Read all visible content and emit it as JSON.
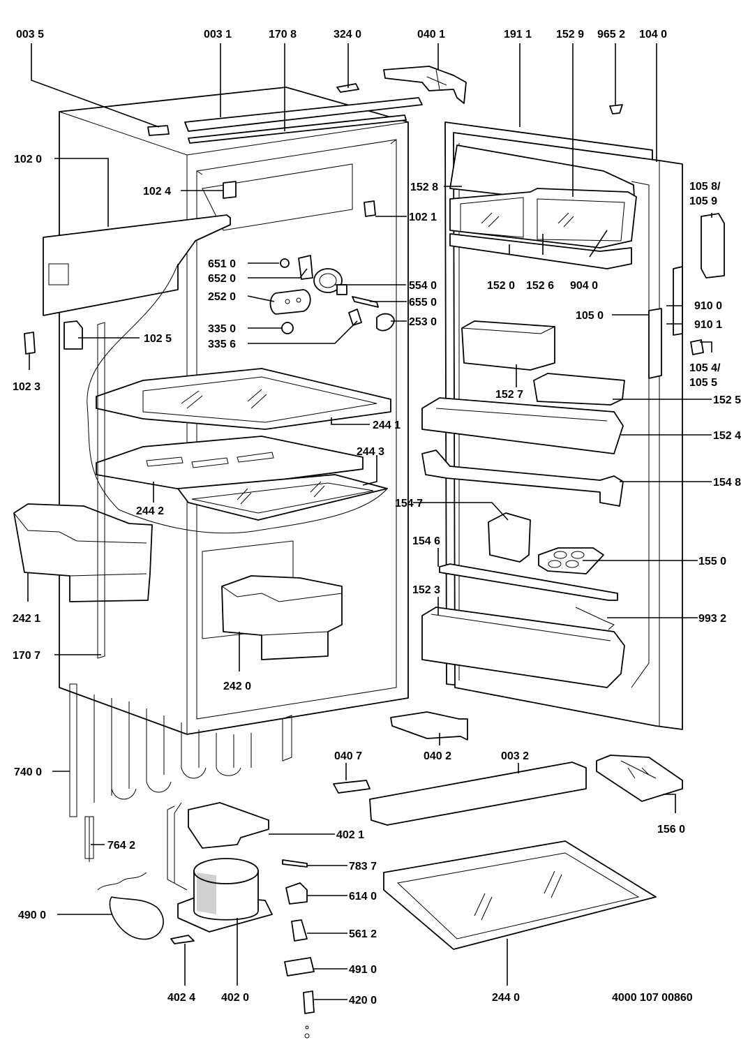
{
  "drawing_number": "4000 107 00860",
  "labels": {
    "p0035": "003 5",
    "p0031": "003 1",
    "p1708": "170 8",
    "p3240": "324 0",
    "p0401": "040 1",
    "p1911": "191 1",
    "p1529": "152 9",
    "p9652": "965 2",
    "p1040": "104 0",
    "p1020": "102 0",
    "p1024": "102 4",
    "p1528": "152 8",
    "p1058": "105 8/",
    "p1059": "105 9",
    "p1021": "102 1",
    "p6510": "651 0",
    "p6520": "652 0",
    "p5540": "554 0",
    "p1520": "152 0",
    "p1526": "152 6",
    "p9040": "904 0",
    "p2520": "252 0",
    "p6550": "655 0",
    "p9100": "910 0",
    "p1050": "105 0",
    "p2530": "253 0",
    "p9101": "910 1",
    "p3350": "335 0",
    "p3356": "335 6",
    "p1025": "102 5",
    "p1023": "102 3",
    "p1054": "105 4/",
    "p1055": "105 5",
    "p1527": "152 7",
    "p1525": "152 5",
    "p2441": "244 1",
    "p1524": "152 4",
    "p2443": "244 3",
    "p1548": "154 8",
    "p2442": "244 2",
    "p1547": "154 7",
    "p1546": "154 6",
    "p1550": "155 0",
    "p1523": "152 3",
    "p2421": "242 1",
    "p9932": "993 2",
    "p1707": "170 7",
    "p2420": "242 0",
    "p0407": "040 7",
    "p0402": "040 2",
    "p0032": "003 2",
    "p7400": "740 0",
    "p4021": "402 1",
    "p1560": "156 0",
    "p7642": "764 2",
    "p7837": "783 7",
    "p6140": "614 0",
    "p4900": "490 0",
    "p5612": "561 2",
    "p4910": "491 0",
    "p4024": "402 4",
    "p4020": "402 0",
    "p4200": "420 0",
    "p2440": "244 0"
  }
}
